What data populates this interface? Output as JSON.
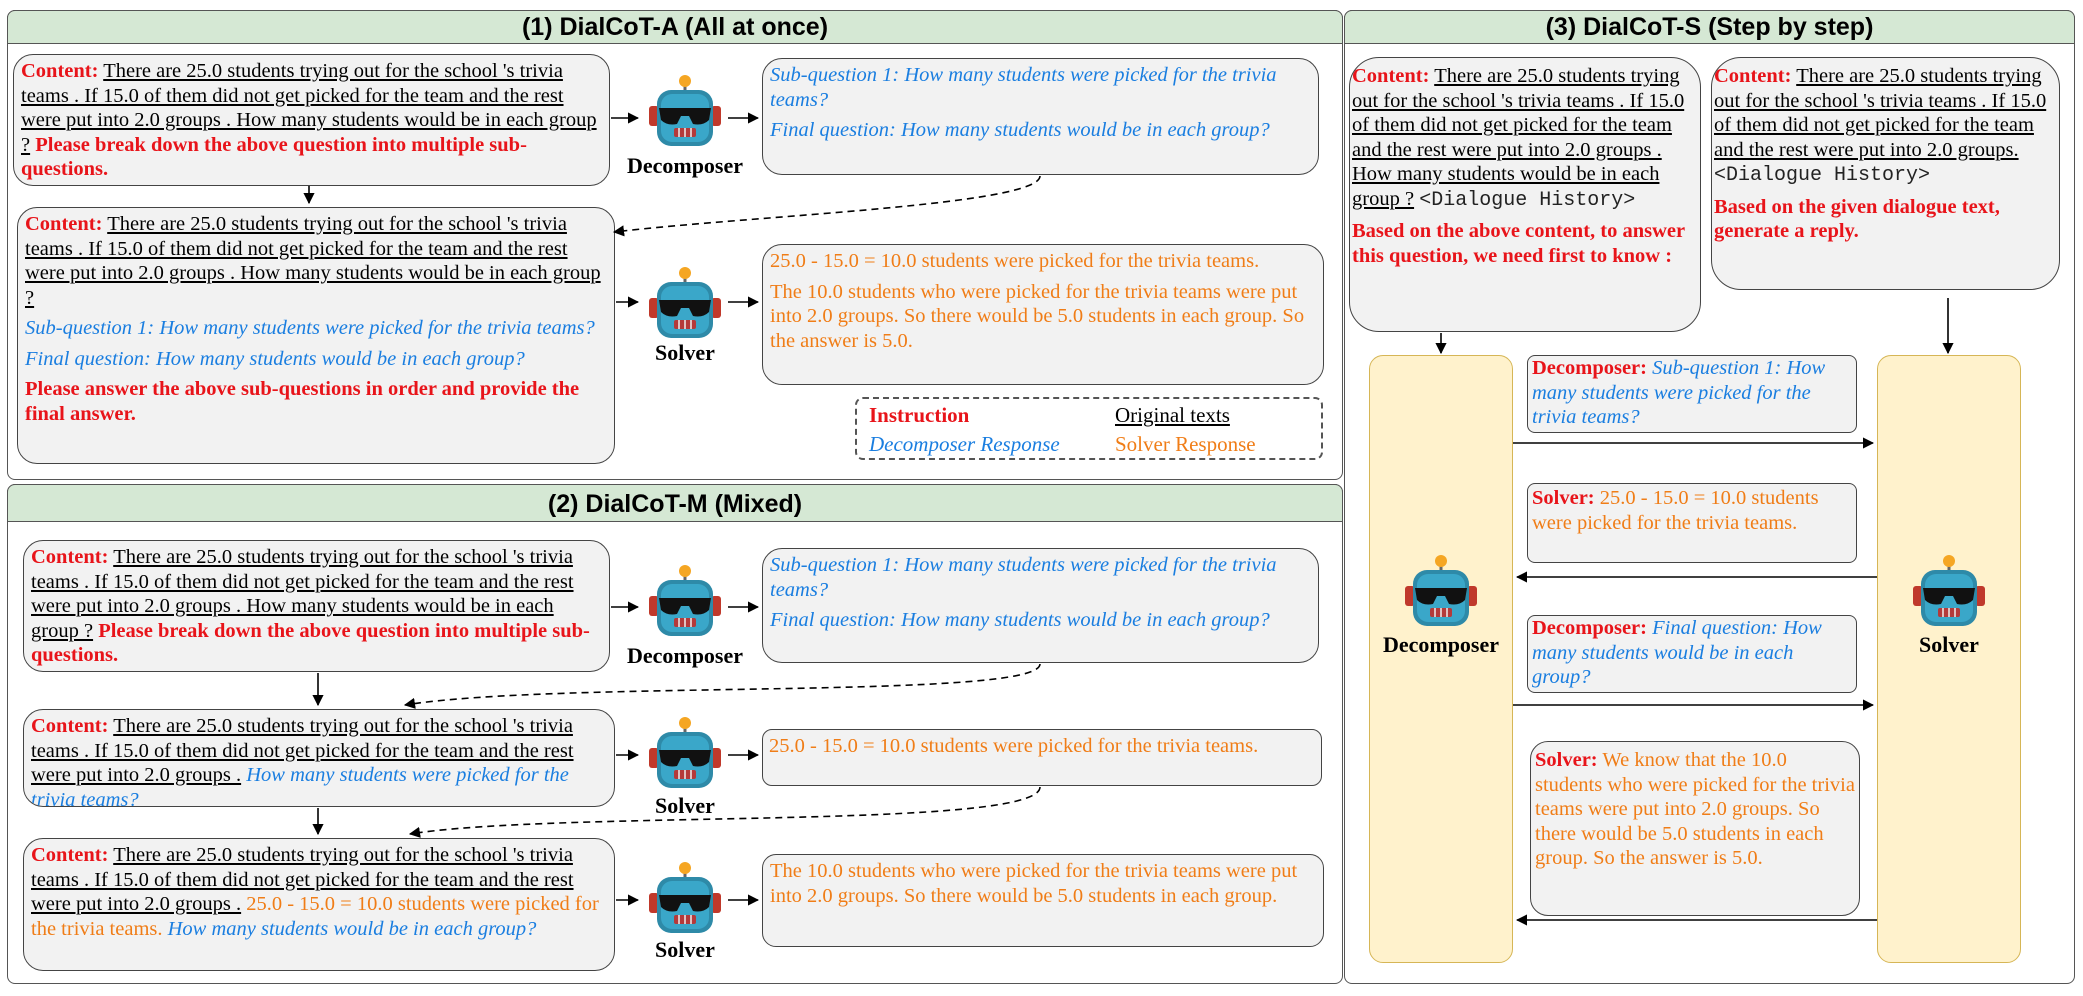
{
  "panel_a": {
    "title": "(1) DialCoT-A (All at once)"
  },
  "panel_m": {
    "title": "(2) DialCoT-M (Mixed)"
  },
  "panel_s": {
    "title": "(3) DialCoT-S (Step by step)"
  },
  "labels": {
    "content": "Content:",
    "decomposer": "Decomposer",
    "solver": "Solver",
    "decomposer_prefix": "Decomposer:",
    "solver_prefix": "Solver:"
  },
  "texts": {
    "question_full": "There are 25.0 students trying out for the school 's trivia teams . If 15.0 of them did not get picked for the team and the rest were put into 2.0 groups . How many students would be in each group ?",
    "question_context": "There are 25.0 students trying out for the school 's trivia teams . If 15.0 of them did not get picked for the team and the rest were put into 2.0 groups .",
    "question_context_s": "There are 25.0 students trying out for the school 's trivia teams . If 15.0 of them did not get picked for the team and the rest were put into 2.0 groups.",
    "instr_break": "Please break down the above question into multiple sub-questions.",
    "instr_answer": "Please answer the above sub-questions in order and provide the final answer.",
    "instr_know": "Based on the above content, to answer this question, we need first to know :",
    "instr_reply": "Based on the given dialogue text, generate a reply.",
    "subq1": "Sub-question 1: How many students were picked for the trivia teams?",
    "finalq": "Final question: How many students would be in each group?",
    "subq1_plain": "How many students were picked for the trivia teams?",
    "finalq_plain": "How many students would be in each group?",
    "ans1": "25.0 - 15.0 = 10.0 students were picked for the trivia teams.",
    "ans1_short": "25.0 - 15.0 = 10.0",
    "ans1_rest": "students were picked for the trivia teams.",
    "ans2": "The 10.0 students who were picked for the trivia teams were put into 2.0 groups. So there would be 5.0 students in each group. So the answer is 5.0.",
    "ans2_m": "The 10.0 students who were picked for the trivia teams were put into 2.0 groups. So there would be 5.0 students in each group.",
    "dialogue_history": "<Dialogue History>",
    "s_dec1": "Sub-question 1: How many students were picked for the trivia teams?",
    "s_sol1": "25.0 - 15.0 = 10.0 students were picked for the trivia teams.",
    "s_dec2": "Final question: How many students would be in each group?",
    "s_sol2": "We know that the 10.0 students who were picked for the trivia teams were put into 2.0 groups. So there would be 5.0 students in each group. So the answer is 5.0."
  },
  "legend": {
    "instruction": "Instruction",
    "original": "Original texts",
    "decomposer": "Decomposer Response",
    "solver": "Solver Response"
  },
  "colors": {
    "instruction": "#e8141a",
    "decomposer_response": "#1a7ee0",
    "solver_response": "#f07d17",
    "title_bar": "#d5e8d4",
    "agent_column": "#fff2cc"
  },
  "icons": {
    "agent": "robot-icon"
  }
}
